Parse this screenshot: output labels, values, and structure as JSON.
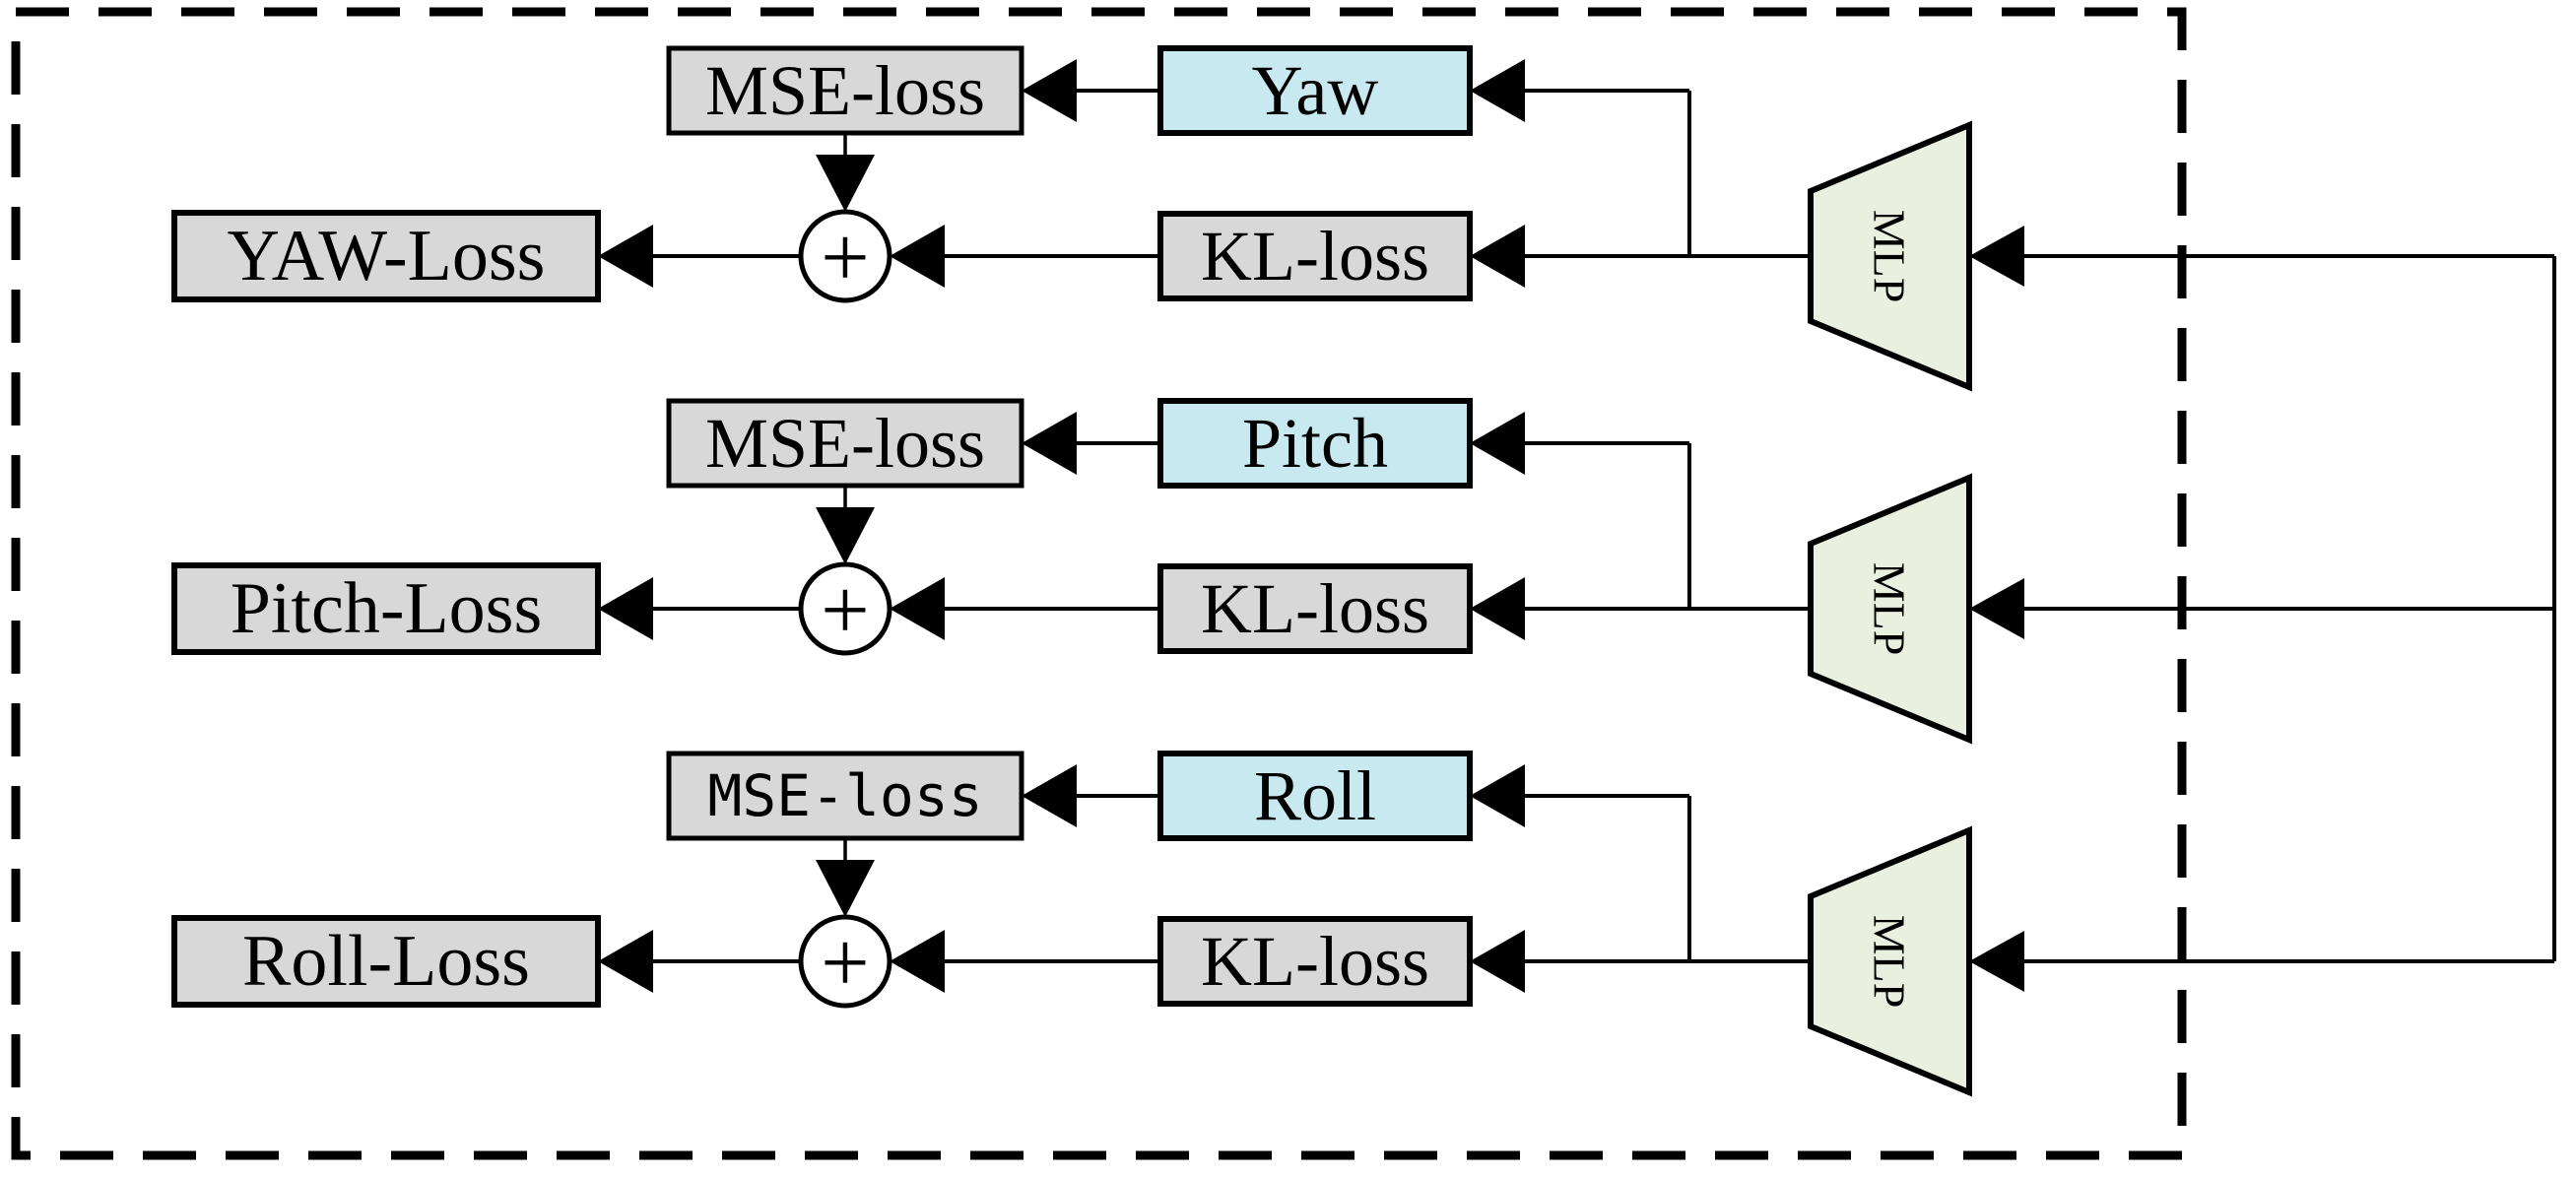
{
  "diagram": {
    "description": "loss-computation-flow",
    "colors": {
      "box_gray": "#d8d8d8",
      "angle_cyan": "#c9e9f0",
      "mlp_green": "#eaf0e0",
      "line_black": "#000000",
      "background": "#ffffff"
    },
    "groups": [
      {
        "name": "yaw",
        "mse": "MSE-loss",
        "angle": "Yaw",
        "kl": "KL-loss",
        "sum": "+",
        "total": "YAW-Loss",
        "mlp": "MLP"
      },
      {
        "name": "pitch",
        "mse": "MSE-loss",
        "angle": "Pitch",
        "kl": "KL-loss",
        "sum": "+",
        "total": "Pitch-Loss",
        "mlp": "MLP"
      },
      {
        "name": "roll",
        "mse": "MSE-loss",
        "angle": "Roll",
        "kl": "KL-loss",
        "sum": "+",
        "total": "Roll-Loss",
        "mlp": "MLP"
      }
    ]
  }
}
